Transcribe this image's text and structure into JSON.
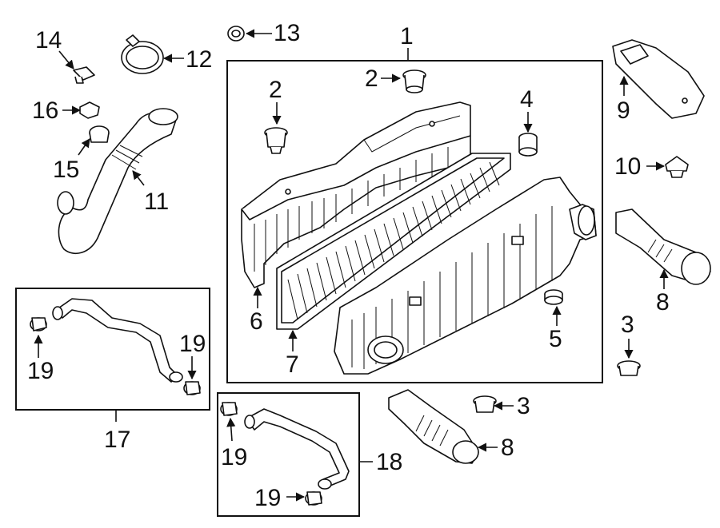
{
  "diagram": {
    "callouts": {
      "c1": "1",
      "c2a": "2",
      "c2b": "2",
      "c3a": "3",
      "c3b": "3",
      "c4": "4",
      "c5": "5",
      "c6": "6",
      "c7": "7",
      "c8a": "8",
      "c8b": "8",
      "c9": "9",
      "c10": "10",
      "c11": "11",
      "c12": "12",
      "c13": "13",
      "c14": "14",
      "c15": "15",
      "c16": "16",
      "c17": "17",
      "c18": "18",
      "c19a": "19",
      "c19b": "19",
      "c19c": "19",
      "c19d": "19"
    }
  }
}
